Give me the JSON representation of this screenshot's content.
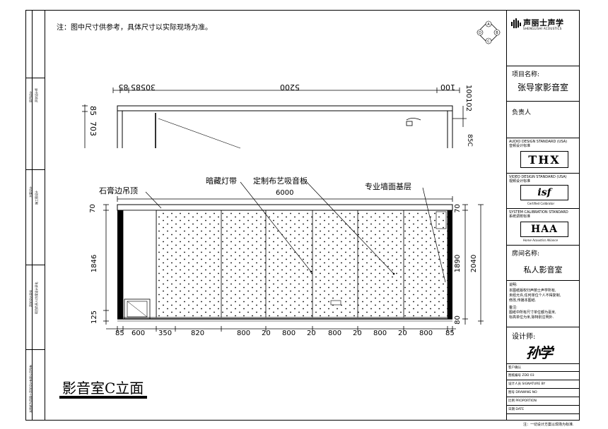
{
  "note": "注：图中尺寸供参考，具体尺寸以实际现场为准。",
  "drawing_title": "影音室C立面",
  "brand": {
    "name": "声丽士声学",
    "sub": "SHENGLISHI ACOUSTICS"
  },
  "title_block": {
    "project_label": "项目名称:",
    "project_name": "张导家影音室",
    "owner_label": "负责人",
    "audio_std": "AUDIO DESIGN STANDARD (USA)",
    "audio_std_cn": "音频设计标准",
    "thx": "THX",
    "video_std": "VIDEO DESIGN STANDARD (USA)",
    "video_std_cn": "视频设计标准",
    "isf": "isf",
    "isf_sub": "Certified Calibrator",
    "sys_std": "SYSTEM CALIBRATION STANDARD",
    "sys_std_cn": "系统调校标准",
    "haa": "HAA",
    "haa_sub": "Home Acoustics Alliance",
    "room_label": "房间名称:",
    "room_name": "私人影音室",
    "remarks_label": "说明:",
    "remarks": [
      "本图纸版权归声丽士声学所有,",
      "未经允许,任何单位个人不得复制,",
      "修改,传播本图纸.",
      "备注:",
      "图纸中所有尺寸单位都为毫米,",
      "标高单位为米,除特别注明外."
    ],
    "designer_label": "设计师:",
    "signature": "孙学",
    "rows": [
      "客户确认",
      "图纸编号  ZDD 03",
      "设计人员 SIGNATURE BY",
      "图号  DRAWING NO",
      "比例  PROPORTION",
      "日期  DATE"
    ],
    "footer_note": "注：一切设计方案以现场为标准."
  },
  "labels": {
    "gypsum": "石膏边吊顶",
    "led": "暗藏灯带",
    "fabric": "定制布艺吸音板",
    "wall": "专业墙面基层"
  },
  "plan_dims": {
    "top": [
      "30585 85",
      "5200",
      "100"
    ],
    "left": [
      "85",
      "703"
    ],
    "right": [
      "100102",
      "85C"
    ]
  },
  "elev_dims": {
    "overall": "6000",
    "left_v": [
      "70",
      "1846",
      "125"
    ],
    "right_v": [
      "70",
      "1890",
      "2040",
      "80"
    ],
    "bottom": [
      "85",
      "600",
      "350",
      "820",
      "800",
      "20",
      "800",
      "20",
      "800",
      "20",
      "800",
      "20",
      "800",
      "85"
    ]
  },
  "side_strip": [
    "项目设计",
    "声学设计师",
    "方案设计",
    "施工图设计",
    "声学设计深化",
    "项目负责人/方案设计深化",
    "本图纸为声丽士声学设计有限公司所有"
  ]
}
